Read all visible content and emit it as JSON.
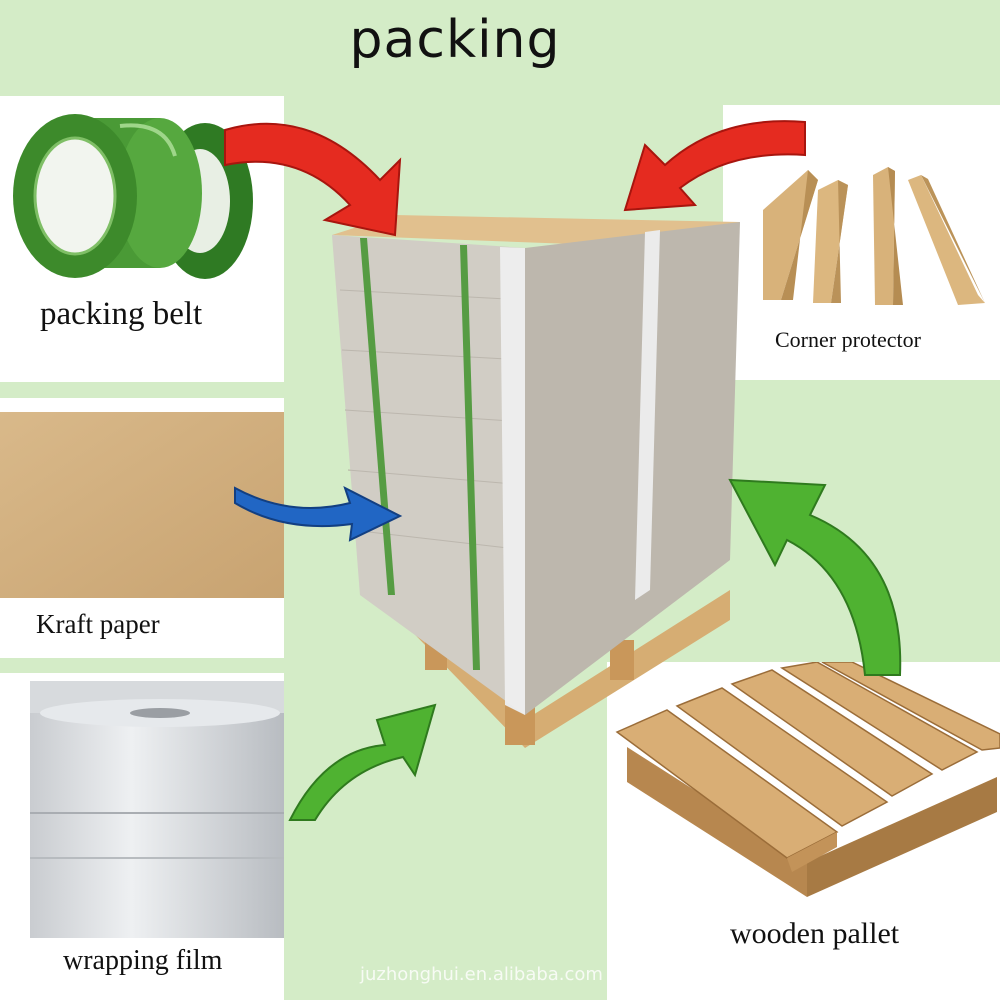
{
  "title": "packing",
  "panels": {
    "packing_belt": "packing belt",
    "corner_protector": "Corner protector",
    "kraft_paper": "Kraft paper",
    "wrapping_film": "wrapping film",
    "wooden_pallet": "wooden pallet"
  },
  "watermark": "juzhonghui.en.alibaba.com",
  "colors": {
    "background": "#d4ecc7",
    "arrow_red": "#e52b20",
    "arrow_green": "#4fb231",
    "arrow_blue": "#2166c4",
    "belt_green": "#3f8f2a"
  }
}
